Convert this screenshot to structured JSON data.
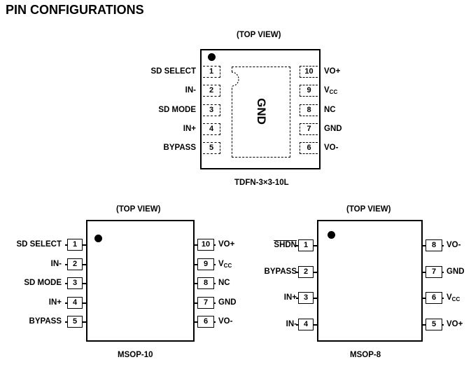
{
  "title": "PIN CONFIGURATIONS",
  "tdfn": {
    "view": "(TOP VIEW)",
    "package_name": "TDFN-3×3-10L",
    "pad_label": "GND",
    "left_pins": [
      {
        "num": "1",
        "label": "SD SELECT"
      },
      {
        "num": "2",
        "label": "IN-"
      },
      {
        "num": "3",
        "label": "SD MODE"
      },
      {
        "num": "4",
        "label": "IN+"
      },
      {
        "num": "5",
        "label": "BYPASS"
      }
    ],
    "right_pins": [
      {
        "num": "10",
        "label": "VO+"
      },
      {
        "num": "9",
        "label": "V",
        "sub": "CC"
      },
      {
        "num": "8",
        "label": "NC"
      },
      {
        "num": "7",
        "label": "GND"
      },
      {
        "num": "6",
        "label": "VO-"
      }
    ]
  },
  "msop10": {
    "view": "(TOP VIEW)",
    "package_name": "MSOP-10",
    "left_pins": [
      {
        "num": "1",
        "label": "SD SELECT"
      },
      {
        "num": "2",
        "label": "IN-"
      },
      {
        "num": "3",
        "label": "SD MODE"
      },
      {
        "num": "4",
        "label": "IN+"
      },
      {
        "num": "5",
        "label": "BYPASS"
      }
    ],
    "right_pins": [
      {
        "num": "10",
        "label": "VO+"
      },
      {
        "num": "9",
        "label": "V",
        "sub": "CC"
      },
      {
        "num": "8",
        "label": "NC"
      },
      {
        "num": "7",
        "label": "GND"
      },
      {
        "num": "6",
        "label": "VO-"
      }
    ]
  },
  "msop8": {
    "view": "(TOP VIEW)",
    "package_name": "MSOP-8",
    "left_pins": [
      {
        "num": "1",
        "label": "SHDN",
        "overline": true
      },
      {
        "num": "2",
        "label": "BYPASS"
      },
      {
        "num": "3",
        "label": "IN+"
      },
      {
        "num": "4",
        "label": "IN-"
      }
    ],
    "right_pins": [
      {
        "num": "8",
        "label": "VO-"
      },
      {
        "num": "7",
        "label": "GND"
      },
      {
        "num": "6",
        "label": "V",
        "sub": "CC"
      },
      {
        "num": "5",
        "label": "VO+"
      }
    ]
  }
}
